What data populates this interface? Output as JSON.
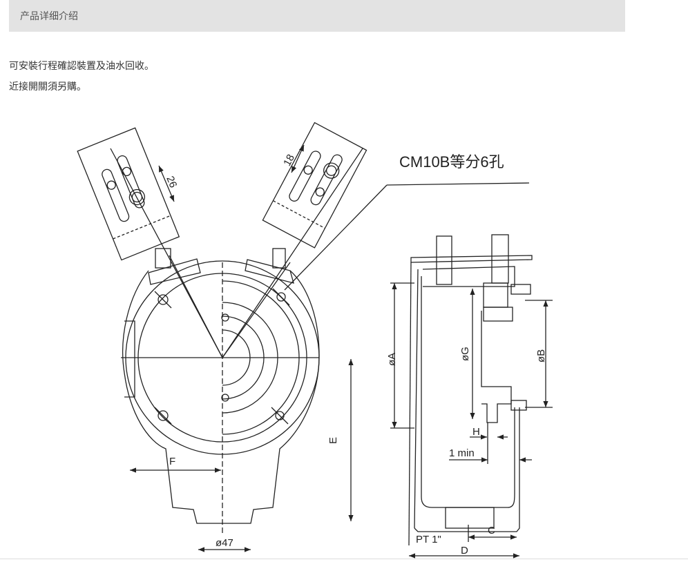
{
  "tab": {
    "label": "产品详细介绍"
  },
  "description": {
    "line1": "可安裝行程確認裝置及油水回收。",
    "line2": "近接開關須另購。"
  },
  "diagram": {
    "callout": "CM10B等分6孔",
    "dims": {
      "d26": "26",
      "d18": "18",
      "F": "F",
      "E": "E",
      "d47": "ø47",
      "phiA": "øA",
      "phiG": "øG",
      "phiB": "øB",
      "H": "H",
      "min": "1 min",
      "PT": "PT 1\"",
      "C": "C",
      "D": "D"
    }
  }
}
